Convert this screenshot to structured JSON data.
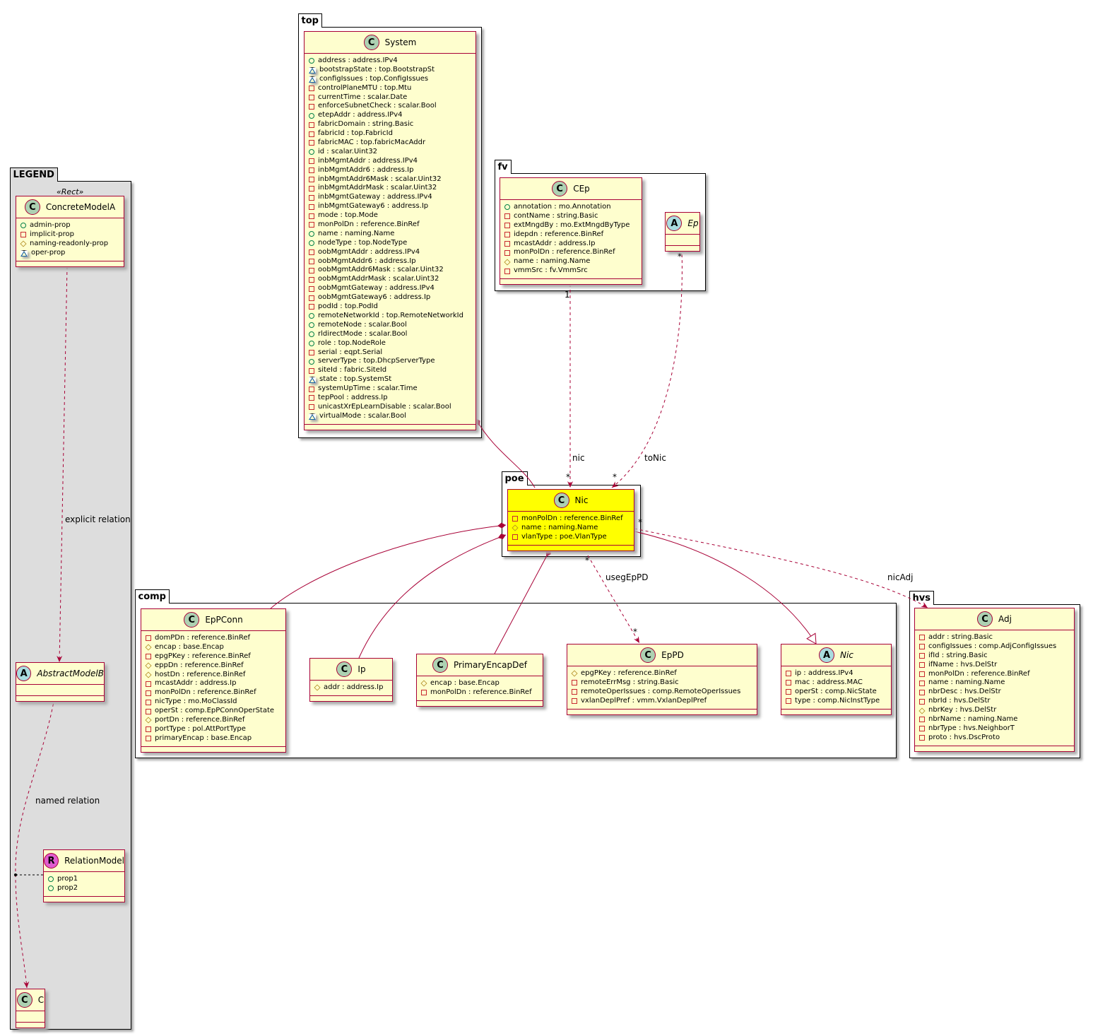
{
  "packages": [
    {
      "id": "top",
      "name": "top"
    },
    {
      "id": "fv",
      "name": "fv"
    },
    {
      "id": "poe",
      "name": "poe"
    },
    {
      "id": "comp",
      "name": "comp"
    },
    {
      "id": "hvs",
      "name": "hvs"
    },
    {
      "id": "legend",
      "name": "LEGEND"
    }
  ],
  "classes": [
    {
      "id": "system",
      "kind": "C",
      "name": "System",
      "members": [
        [
          "pub",
          "address : address.IPv4"
        ],
        [
          "pkg",
          "bootstrapState : top.BootstrapSt"
        ],
        [
          "pkg",
          "configIssues : top.ConfigIssues"
        ],
        [
          "priv",
          "controlPlaneMTU : top.Mtu"
        ],
        [
          "priv",
          "currentTime : scalar.Date"
        ],
        [
          "priv",
          "enforceSubnetCheck : scalar.Bool"
        ],
        [
          "pub",
          "etepAddr : address.IPv4"
        ],
        [
          "priv",
          "fabricDomain : string.Basic"
        ],
        [
          "priv",
          "fabricId : top.FabricId"
        ],
        [
          "priv",
          "fabricMAC : top.fabricMacAddr"
        ],
        [
          "pub",
          "id : scalar.Uint32"
        ],
        [
          "priv",
          "inbMgmtAddr : address.IPv4"
        ],
        [
          "priv",
          "inbMgmtAddr6 : address.Ip"
        ],
        [
          "priv",
          "inbMgmtAddr6Mask : scalar.Uint32"
        ],
        [
          "priv",
          "inbMgmtAddrMask : scalar.Uint32"
        ],
        [
          "priv",
          "inbMgmtGateway : address.IPv4"
        ],
        [
          "priv",
          "inbMgmtGateway6 : address.Ip"
        ],
        [
          "priv",
          "mode : top.Mode"
        ],
        [
          "priv",
          "monPolDn : reference.BinRef"
        ],
        [
          "pub",
          "name : naming.Name"
        ],
        [
          "pub",
          "nodeType : top.NodeType"
        ],
        [
          "priv",
          "oobMgmtAddr : address.IPv4"
        ],
        [
          "priv",
          "oobMgmtAddr6 : address.Ip"
        ],
        [
          "priv",
          "oobMgmtAddr6Mask : scalar.Uint32"
        ],
        [
          "priv",
          "oobMgmtAddrMask : scalar.Uint32"
        ],
        [
          "priv",
          "oobMgmtGateway : address.IPv4"
        ],
        [
          "priv",
          "oobMgmtGateway6 : address.Ip"
        ],
        [
          "priv",
          "podId : top.PodId"
        ],
        [
          "pub",
          "remoteNetworkId : top.RemoteNetworkId"
        ],
        [
          "pub",
          "remoteNode : scalar.Bool"
        ],
        [
          "pub",
          "rldirectMode : scalar.Bool"
        ],
        [
          "pub",
          "role : top.NodeRole"
        ],
        [
          "priv",
          "serial : eqpt.Serial"
        ],
        [
          "pub",
          "serverType : top.DhcpServerType"
        ],
        [
          "priv",
          "siteId : fabric.SiteId"
        ],
        [
          "pkg",
          "state : top.SystemSt"
        ],
        [
          "priv",
          "systemUpTime : scalar.Time"
        ],
        [
          "priv",
          "tepPool : address.Ip"
        ],
        [
          "priv",
          "unicastXrEpLearnDisable : scalar.Bool"
        ],
        [
          "pkg",
          "virtualMode : scalar.Bool"
        ]
      ]
    },
    {
      "id": "cep",
      "kind": "C",
      "name": "CEp",
      "members": [
        [
          "pub",
          "annotation : mo.Annotation"
        ],
        [
          "priv",
          "contName : string.Basic"
        ],
        [
          "priv",
          "extMngdBy : mo.ExtMngdByType"
        ],
        [
          "priv",
          "idepdn : reference.BinRef"
        ],
        [
          "priv",
          "mcastAddr : address.Ip"
        ],
        [
          "priv",
          "monPolDn : reference.BinRef"
        ],
        [
          "prot",
          "name : naming.Name"
        ],
        [
          "priv",
          "vmmSrc : fv.VmmSrc"
        ]
      ]
    },
    {
      "id": "ep",
      "kind": "A",
      "name": "Ep",
      "members": []
    },
    {
      "id": "poenic",
      "kind": "C",
      "name": "Nic",
      "highlight": true,
      "members": [
        [
          "priv",
          "monPolDn : reference.BinRef"
        ],
        [
          "prot",
          "name : naming.Name"
        ],
        [
          "priv",
          "vlanType : poe.VlanType"
        ]
      ]
    },
    {
      "id": "eppconn",
      "kind": "C",
      "name": "EpPConn",
      "members": [
        [
          "priv",
          "domPDn : reference.BinRef"
        ],
        [
          "prot",
          "encap : base.Encap"
        ],
        [
          "priv",
          "epgPKey : reference.BinRef"
        ],
        [
          "prot",
          "eppDn : reference.BinRef"
        ],
        [
          "prot",
          "hostDn : reference.BinRef"
        ],
        [
          "priv",
          "mcastAddr : address.Ip"
        ],
        [
          "priv",
          "monPolDn : reference.BinRef"
        ],
        [
          "priv",
          "nicType : mo.MoClassId"
        ],
        [
          "priv",
          "operSt : comp.EpPConnOperState"
        ],
        [
          "prot",
          "portDn : reference.BinRef"
        ],
        [
          "priv",
          "portType : pol.AttPortType"
        ],
        [
          "priv",
          "primaryEncap : base.Encap"
        ]
      ]
    },
    {
      "id": "ip",
      "kind": "C",
      "name": "Ip",
      "members": [
        [
          "prot",
          "addr : address.Ip"
        ]
      ]
    },
    {
      "id": "ped",
      "kind": "C",
      "name": "PrimaryEncapDef",
      "members": [
        [
          "prot",
          "encap : base.Encap"
        ],
        [
          "priv",
          "monPolDn : reference.BinRef"
        ]
      ]
    },
    {
      "id": "eppd",
      "kind": "C",
      "name": "EpPD",
      "members": [
        [
          "prot",
          "epgPKey : reference.BinRef"
        ],
        [
          "priv",
          "remoteErrMsg : string.Basic"
        ],
        [
          "priv",
          "remoteOperIssues : comp.RemoteOperIssues"
        ],
        [
          "priv",
          "vxlanDeplPref : vmm.VxlanDeplPref"
        ]
      ]
    },
    {
      "id": "compnic",
      "kind": "A",
      "name": "Nic",
      "members": [
        [
          "priv",
          "ip : address.IPv4"
        ],
        [
          "priv",
          "mac : address.MAC"
        ],
        [
          "priv",
          "operSt : comp.NicState"
        ],
        [
          "priv",
          "type : comp.NicInstType"
        ]
      ]
    },
    {
      "id": "adj",
      "kind": "C",
      "name": "Adj",
      "members": [
        [
          "priv",
          "addr : string.Basic"
        ],
        [
          "priv",
          "configIssues : comp.AdjConfigIssues"
        ],
        [
          "priv",
          "ifId : string.Basic"
        ],
        [
          "priv",
          "ifName : hvs.DelStr"
        ],
        [
          "priv",
          "monPolDn : reference.BinRef"
        ],
        [
          "priv",
          "name : naming.Name"
        ],
        [
          "priv",
          "nbrDesc : hvs.DelStr"
        ],
        [
          "priv",
          "nbrId : hvs.DelStr"
        ],
        [
          "prot",
          "nbrKey : hvs.DelStr"
        ],
        [
          "priv",
          "nbrName : naming.Name"
        ],
        [
          "priv",
          "nbrType : hvs.NeighborT"
        ],
        [
          "priv",
          "proto : hvs.DscProto"
        ]
      ]
    },
    {
      "id": "cma",
      "kind": "C",
      "name": "ConcreteModelA",
      "stereotype": "«Rect»",
      "members": [
        [
          "pub",
          "admin-prop"
        ],
        [
          "priv",
          "implicit-prop"
        ],
        [
          "prot",
          "naming-readonly-prop"
        ],
        [
          "pkg",
          "oper-prop"
        ]
      ]
    },
    {
      "id": "amb",
      "kind": "A",
      "name": "AbstractModelB",
      "members": []
    },
    {
      "id": "rm",
      "kind": "R",
      "name": "RelationModel",
      "members": [
        [
          "pub",
          "prop1"
        ],
        [
          "pub",
          "prop2"
        ]
      ]
    },
    {
      "id": "c",
      "kind": "C",
      "name": "C",
      "members": []
    }
  ],
  "relations": {
    "nic_label": "nic",
    "nic_src_mult": "1",
    "nic_dst_mult": "*",
    "tonic_label": "toNic",
    "tonic_src_mult": "*",
    "tonic_dst_mult": "*",
    "usegeppd_label": "usegEpPD",
    "usegeppd_src_mult": "*",
    "usegeppd_dst_mult": "*",
    "nicadj_label": "nicAdj",
    "nicadj_src_mult": "*",
    "explicit_label": "explicit relation",
    "named_label": "named relation"
  },
  "colors": {
    "border": "#a80036",
    "class_bg": "#fefece",
    "highlight": "#ffff00",
    "legend_bg": "#dddddd"
  }
}
